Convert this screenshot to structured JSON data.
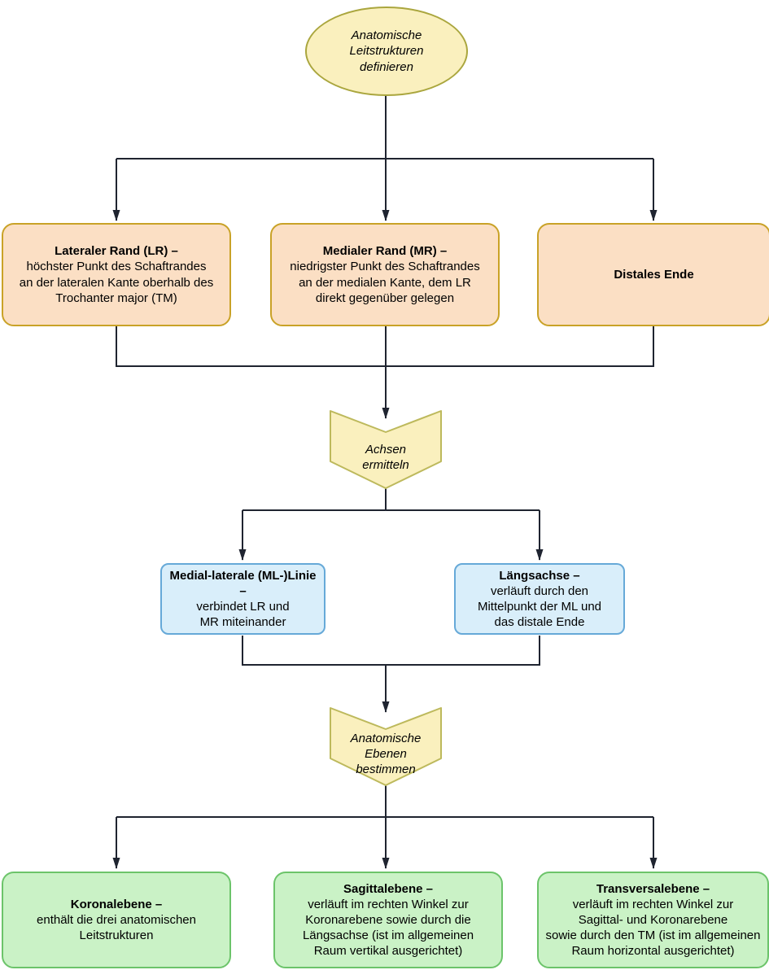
{
  "colors": {
    "line": "#1f2430",
    "yellow-fill": "#faf0be",
    "yellow-border": "#aaa63e",
    "chevron-border": "#bdb95c",
    "orange-fill": "#fbdfc4",
    "orange-border": "#c9a227",
    "blue-fill": "#d9eefa",
    "blue-border": "#66a9d8",
    "green-fill": "#caf2c6",
    "green-border": "#6cc46a"
  },
  "flowchart": {
    "start": {
      "label": "Anatomische\nLeitstrukturen\ndefinieren"
    },
    "landmarks": [
      {
        "title": "Lateraler Rand (LR) –",
        "body": "höchster Punkt des Schaftrandes\nan der lateralen Kante oberhalb des\nTrochanter major (TM)"
      },
      {
        "title": "Medialer Rand (MR) –",
        "body": "niedrigster Punkt des Schaftrandes\nan der medialen Kante, dem LR\ndirekt gegenüber gelegen"
      },
      {
        "title": "Distales Ende",
        "body": ""
      }
    ],
    "axes_step": {
      "label": "Achsen\nermitteln"
    },
    "axes": [
      {
        "title": "Medial-laterale (ML-)Linie –",
        "body": "verbindet LR und\nMR miteinander"
      },
      {
        "title": "Längsachse –",
        "body": "verläuft durch den\nMittelpunkt der ML und\ndas distale Ende"
      }
    ],
    "planes_step": {
      "label": "Anatomische\nEbenen\nbestimmen"
    },
    "planes": [
      {
        "title": "Koronalebene –",
        "body": "enthält die drei anatomischen\nLeitstrukturen"
      },
      {
        "title": "Sagittalebene –",
        "body": "verläuft im rechten Winkel zur\nKoronarebene sowie durch die\nLängsachse (ist im allgemeinen\nRaum vertikal ausgerichtet)"
      },
      {
        "title": "Transversalebene –",
        "body": "verläuft im rechten Winkel zur\nSagittal- und Koronarebene\nsowie durch den TM (ist im allgemeinen\nRaum horizontal ausgerichtet)"
      }
    ]
  }
}
